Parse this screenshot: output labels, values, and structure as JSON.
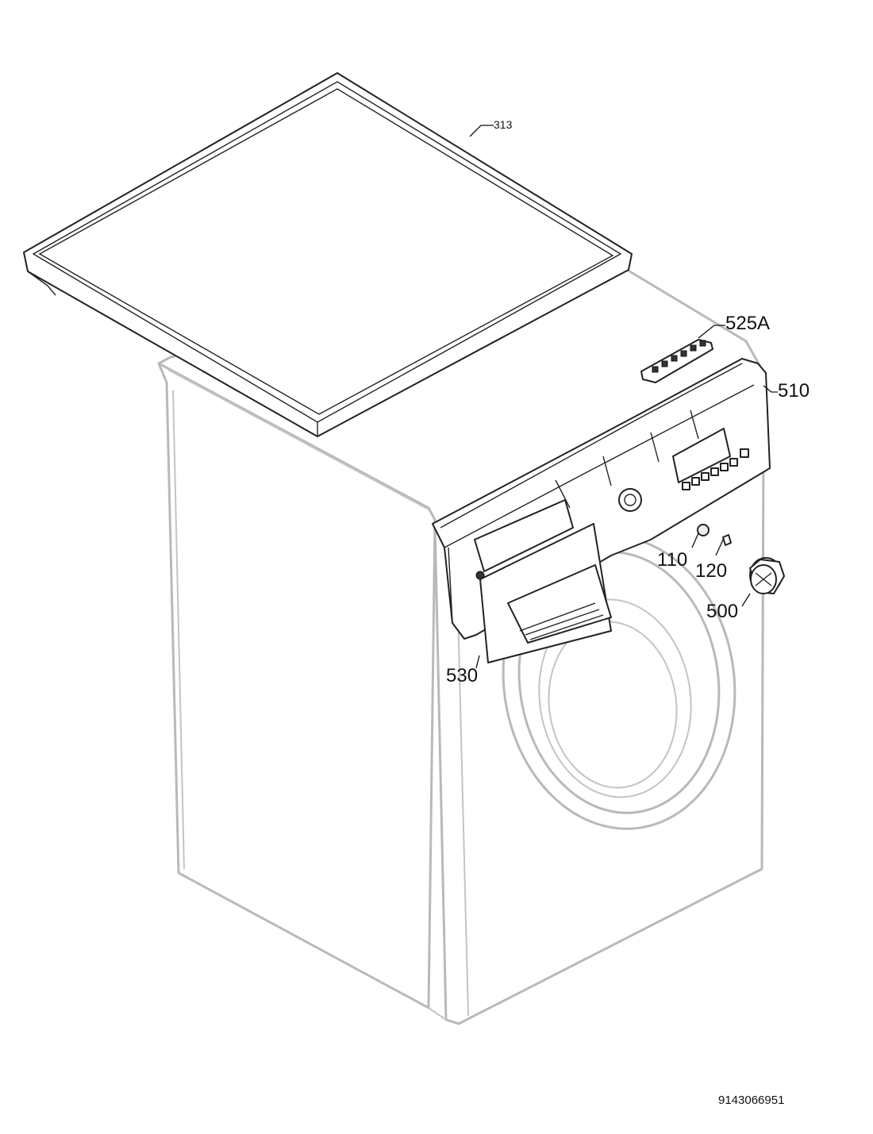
{
  "diagram": {
    "callouts": {
      "lid": "313",
      "buttons": "525A",
      "control_panel": "510",
      "dispenser_drawer": "530",
      "led": "110",
      "light_pipe": "120",
      "knob": "500"
    },
    "document_number": "9143066951"
  }
}
